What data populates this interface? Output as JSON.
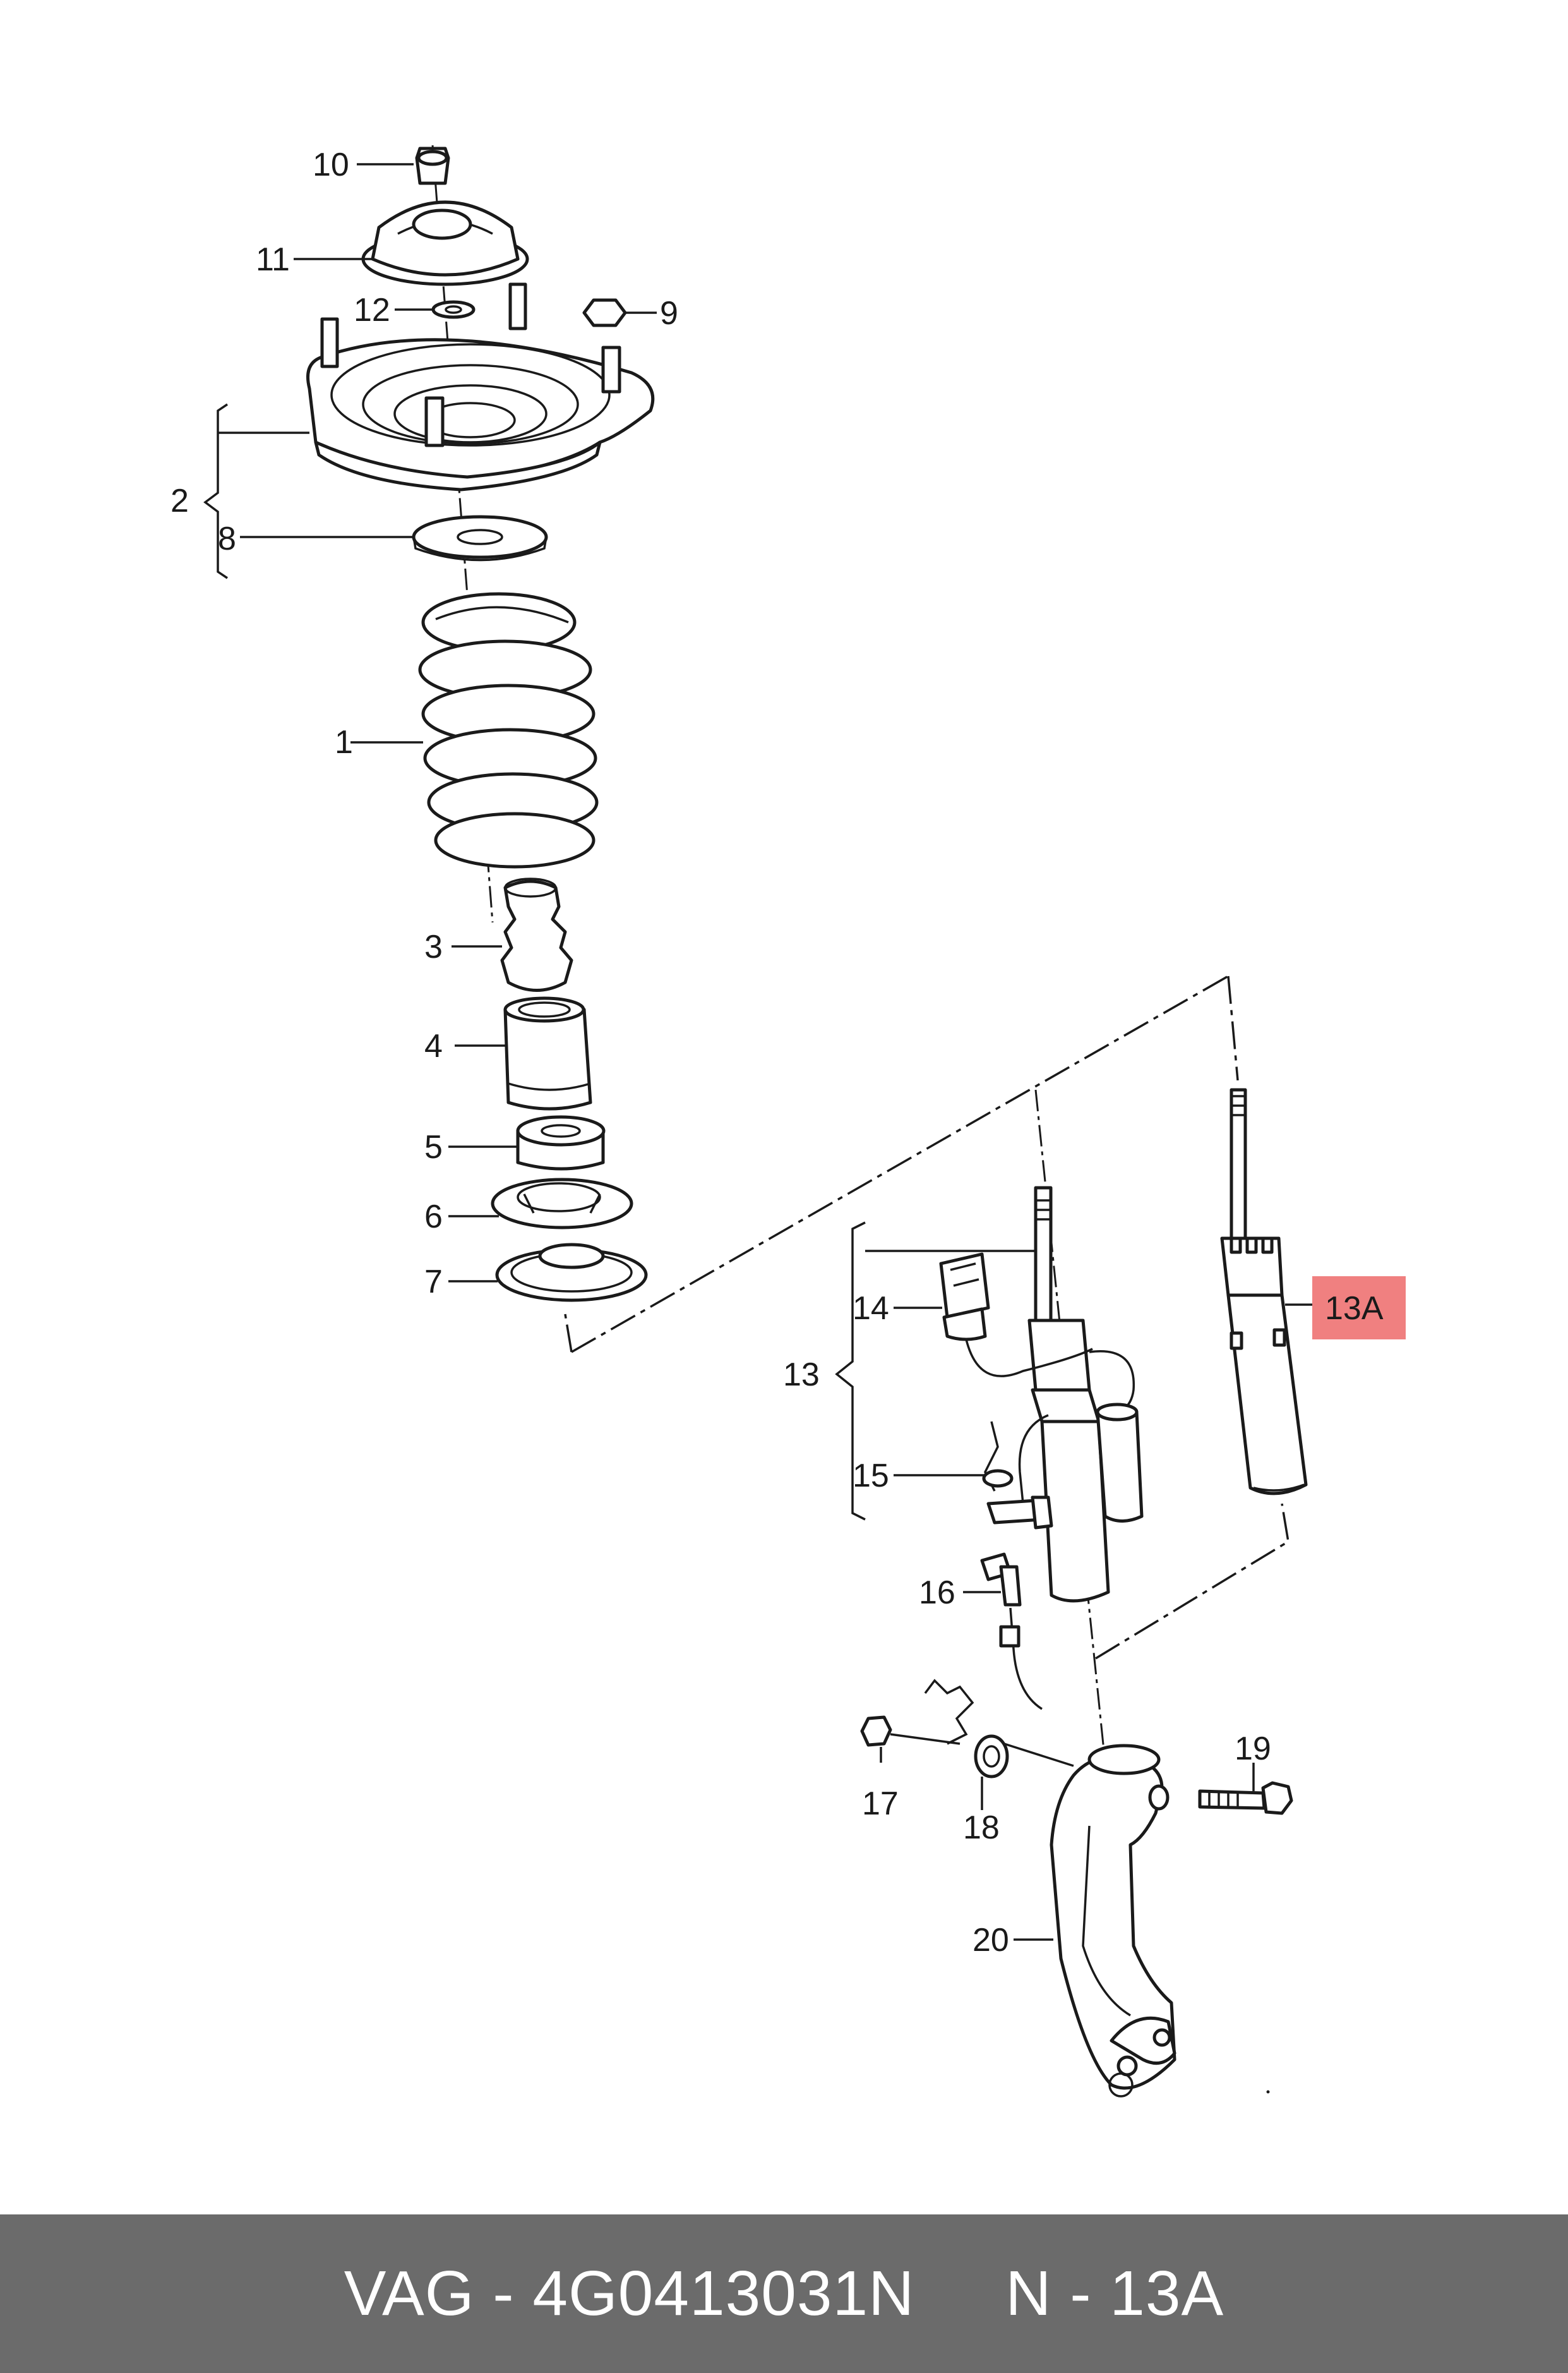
{
  "diagram": {
    "callouts": {
      "c1": "1",
      "c2": "2",
      "c3": "3",
      "c4": "4",
      "c5": "5",
      "c6": "6",
      "c7": "7",
      "c8": "8",
      "c9": "9",
      "c10": "10",
      "c11": "11",
      "c12": "12",
      "c13": "13",
      "c13a": "13A",
      "c14": "14",
      "c15": "15",
      "c16": "16",
      "c17": "17",
      "c18": "18",
      "c19": "19",
      "c20": "20"
    },
    "highlight_color": "#f08080"
  },
  "footer": {
    "text": "VAG - 4G0413031N     N - 13A",
    "background": "#6b6b6b"
  }
}
